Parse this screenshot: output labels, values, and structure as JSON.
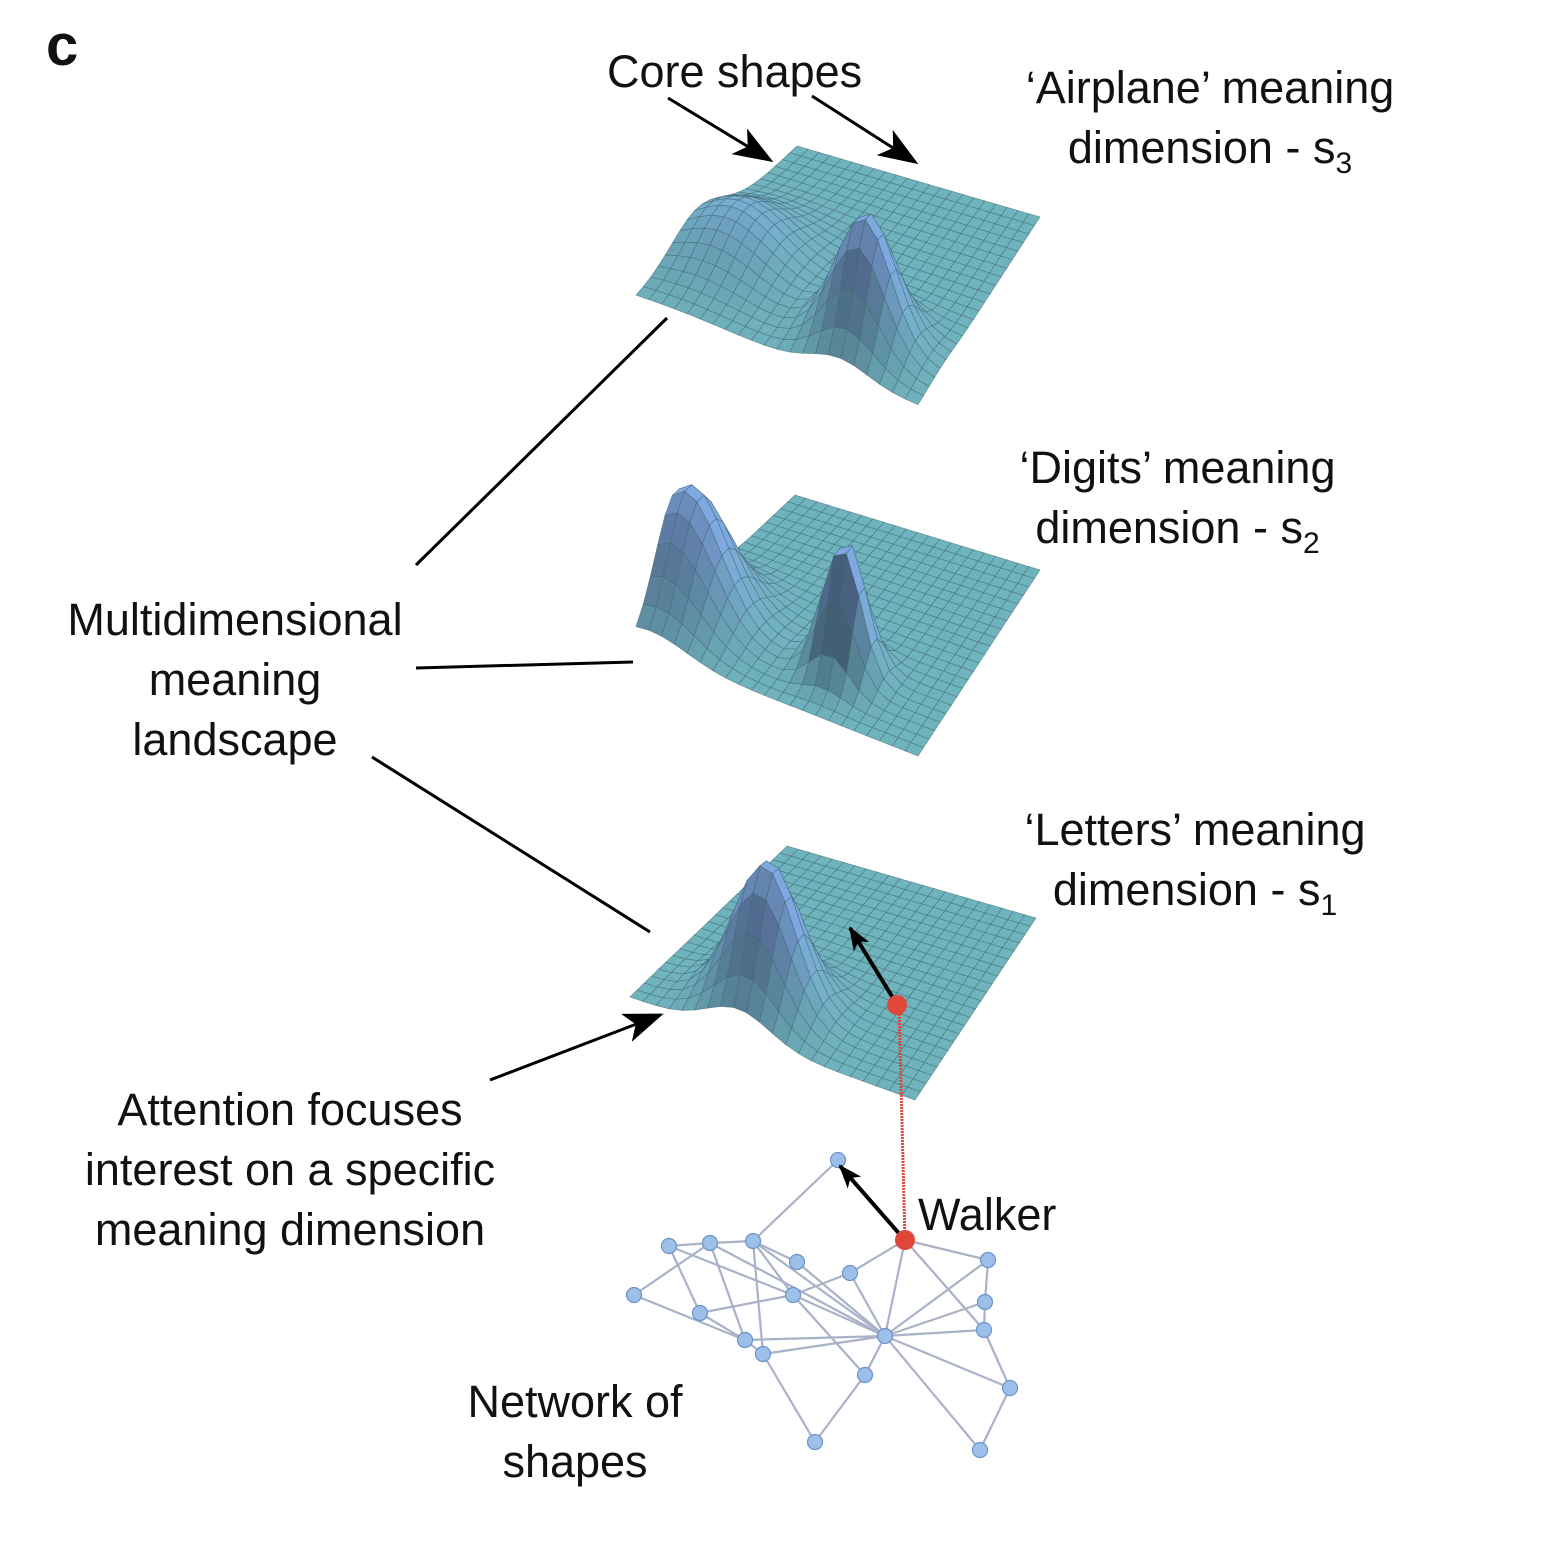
{
  "panel_label": "c",
  "labels": {
    "core_shapes": "Core shapes",
    "airplane": {
      "line1": "‘Airplane’ meaning",
      "line2": "dimension - s",
      "sub": "3"
    },
    "digits": {
      "line1": "‘Digits’ meaning",
      "line2": "dimension - s",
      "sub": "2"
    },
    "letters": {
      "line1": "‘Letters’ meaning",
      "line2": "dimension - s",
      "sub": "1"
    },
    "landscape": [
      "Multidimensional",
      "meaning",
      "landscape"
    ],
    "attention": [
      "Attention focuses",
      "interest on a specific",
      "meaning dimension"
    ],
    "walker": "Walker",
    "network": [
      "Network of",
      "shapes"
    ]
  },
  "colors": {
    "surface": "#6fb3bd",
    "peak": "#7fa8e0",
    "walker": "#e0463a",
    "node": "#9cc0ea",
    "edge": "#a9b2c8"
  },
  "layers": [
    {
      "name": "airplane-surface",
      "peaks": [
        {
          "u": 0.38,
          "v": 0.15,
          "h": 0.35,
          "s": 0.16
        },
        {
          "u": 0.2,
          "v": 0.72,
          "h": 0.9,
          "s": 0.1
        }
      ]
    },
    {
      "name": "digits-surface",
      "peaks": [
        {
          "u": 0.25,
          "v": 0.05,
          "h": 0.9,
          "s": 0.13
        },
        {
          "u": 0.25,
          "v": 0.62,
          "h": 0.95,
          "s": 0.07
        }
      ]
    },
    {
      "name": "letters-surface",
      "peaks": [
        {
          "u": 0.2,
          "v": 0.38,
          "h": 0.95,
          "s": 0.11
        }
      ]
    }
  ]
}
